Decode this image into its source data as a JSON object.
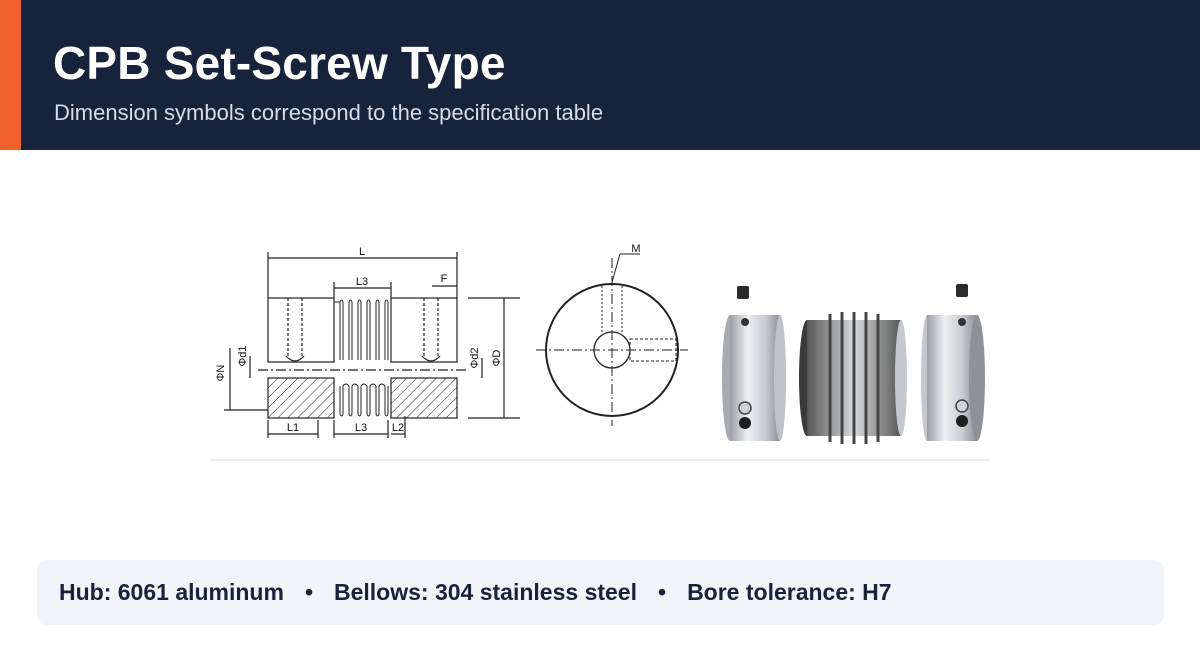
{
  "header": {
    "title": "CPB Set-Screw Type",
    "subtitle": "Dimension symbols correspond to the specification table"
  },
  "drawing": {
    "dimension_labels": {
      "L": "L",
      "L3_top": "L3",
      "F": "F",
      "M": "M",
      "phi_d1": "Φd1",
      "phi_N": "ΦN",
      "phi_d2": "Φd2",
      "phi_D": "ΦD",
      "L1": "L1",
      "L3_bottom": "L3",
      "L2": "L2"
    }
  },
  "specs": {
    "items": [
      "Hub: 6061 aluminum",
      "Bellows: 304 stainless steel",
      "Bore tolerance: H7"
    ],
    "separator": "•"
  },
  "colors": {
    "header_bg": "#17233a",
    "accent": "#f0602a",
    "spec_bg": "#f1f4f8"
  }
}
